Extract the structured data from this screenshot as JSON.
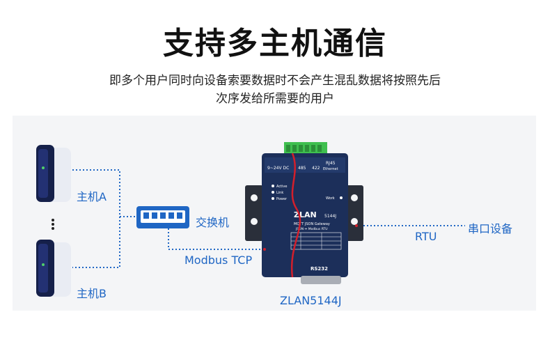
{
  "title": "支持多主机通信",
  "subtitle_line1": "即多个用户同时向设备索要数据时不会产生混乱数据将按照先后",
  "subtitle_line2": "次序发给所需要的用户",
  "labels": {
    "host_a": "主机A",
    "host_b": "主机B",
    "switch": "交换机",
    "modbus_tcp": "Modbus TCP",
    "rtu": "RTU",
    "serial_device": "串口设备",
    "model": "ZLAN5144J"
  },
  "device": {
    "brand": "ZLAN",
    "model_short": "5144J",
    "product_name": "MQTT JSON Gateway",
    "product_sub": "JSON ⇔ Modbus RTU",
    "port_rs232": "RS232",
    "terminal_left": "9~24V  DC",
    "terminal_mid": "485",
    "terminal_r": "422",
    "port_eth": "RJ45",
    "port_eth_sub": "Ethernet",
    "led_active": "Active",
    "led_link": "Link",
    "led_power": "Power",
    "led_work": "Work"
  },
  "colors": {
    "accent_blue": "#1f66c4",
    "device_dark": "#1c2f5a",
    "terminal_green": "#3fbf4f",
    "signal_red": "#d21f2b"
  }
}
